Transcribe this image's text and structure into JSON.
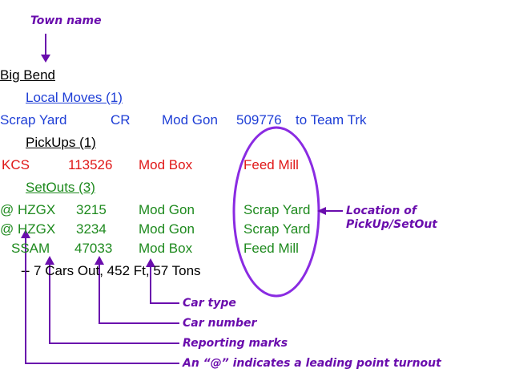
{
  "colors": {
    "black": "#000000",
    "local": "#1f3fd6",
    "pickup": "#e01818",
    "setout": "#1e8a1e",
    "annotation": "#6a0dad"
  },
  "town": "Big Bend",
  "local_moves": {
    "header": "Local Moves (1)",
    "row": [
      "Scrap Yard",
      "CR",
      "Mod Gon",
      "509776",
      "to Team Trk"
    ]
  },
  "pickups": {
    "header": "PickUps (1)",
    "row": [
      "KCS",
      "113526",
      "Mod Box",
      "Feed Mill"
    ]
  },
  "setouts": {
    "header": "SetOuts (3)",
    "rows": [
      [
        "@ HZGX",
        "3215",
        "Mod Gon",
        "Scrap Yard"
      ],
      [
        "@ HZGX",
        "3234",
        "Mod Gon",
        "Scrap Yard"
      ],
      [
        "SSAM",
        "47033",
        "Mod Box",
        "Feed Mill"
      ]
    ]
  },
  "summary": "-- 7 Cars Out, 452 Ft, 57 Tons",
  "annotations": {
    "town_name": "Town name",
    "location": "Location of PickUp/SetOut",
    "location_line1": "Location of",
    "location_line2": "PickUp/SetOut",
    "car_type": "Car type",
    "car_number": "Car number",
    "reporting_marks": "Reporting marks",
    "leading_point": "An “@” indicates a leading point turnout"
  }
}
